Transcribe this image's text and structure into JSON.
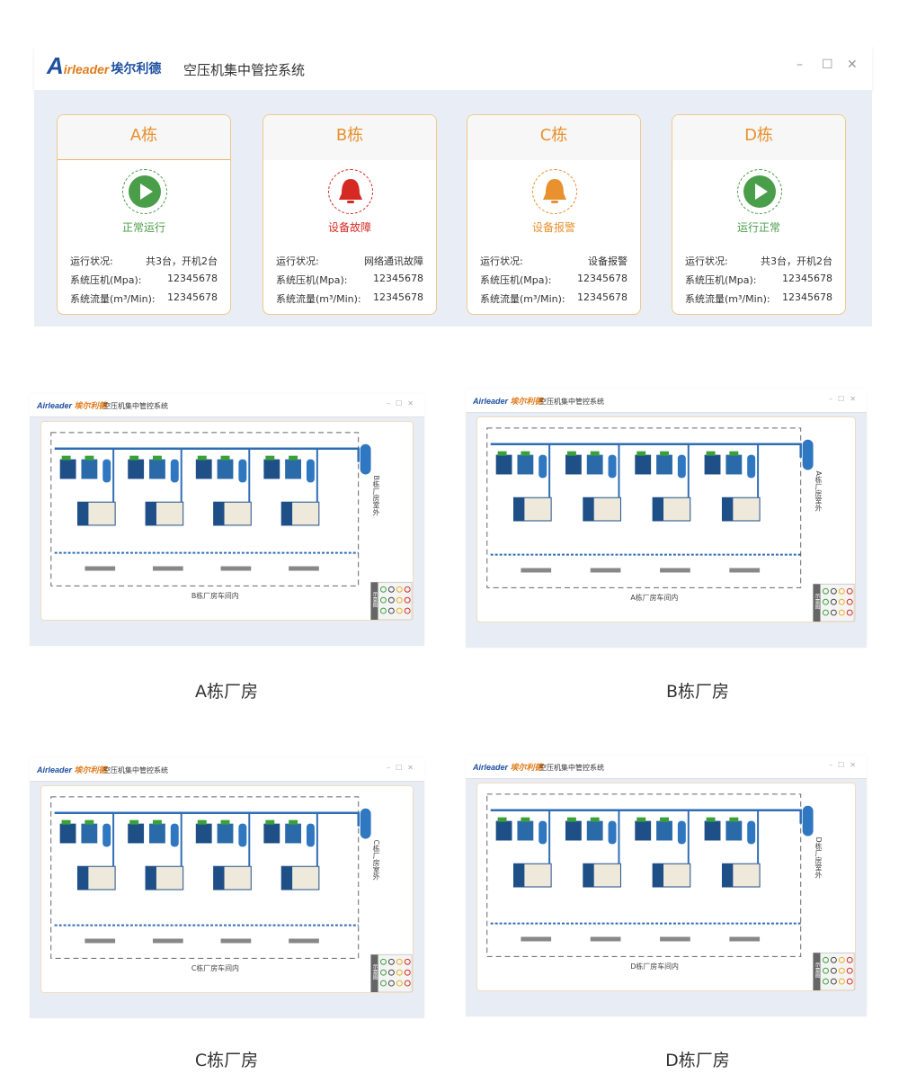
{
  "header": {
    "logo_letter": "A",
    "logo_word": "irleader",
    "logo_cn": "埃尔利德",
    "title": "空压机集中管控系统",
    "minimize": "–",
    "maximize": "☐",
    "close": "✕"
  },
  "labels": {
    "status": "运行状况:",
    "pressure": "系统压机(Mpa):",
    "flow": "系统流量(m³/Min):"
  },
  "cards": [
    {
      "name": "A栋",
      "status": "正常运行",
      "state": "run",
      "run_status": "共3台，开机2台",
      "pressure": "12345678",
      "flow": "12345678",
      "color": "#4a9e4a"
    },
    {
      "name": "B栋",
      "status": "设备故障",
      "state": "fault",
      "run_status": "网络通讯故障",
      "pressure": "12345678",
      "flow": "12345678",
      "color": "#d42a22"
    },
    {
      "name": "C栋",
      "status": "设备报警",
      "state": "alarm",
      "run_status": "设备报警",
      "pressure": "12345678",
      "flow": "12345678",
      "color": "#e8912e"
    },
    {
      "name": "D栋",
      "status": "运行正常",
      "state": "run",
      "run_status": "共3台，开机2台",
      "pressure": "12345678",
      "flow": "12345678",
      "color": "#4a9e4a"
    }
  ],
  "thumbs": [
    {
      "caption": "A栋厂房",
      "title": "空压机集中管控系统",
      "logo": "Airleader",
      "logo_cn": "埃尔利德",
      "interior": "B栋厂房车间内",
      "exterior": "B栋厂房室外",
      "legend": "示意图"
    },
    {
      "caption": "B栋厂房",
      "title": "空压机集中管控系统",
      "logo": "Airleader",
      "logo_cn": "埃尔利德",
      "interior": "A栋厂房车间内",
      "exterior": "A栋厂房室外",
      "legend": "示意图"
    },
    {
      "caption": "C栋厂房",
      "title": "空压机集中管控系统",
      "logo": "Airleader",
      "logo_cn": "埃尔利德",
      "interior": "C栋厂房车间内",
      "exterior": "C栋厂房室外",
      "legend": "示意图"
    },
    {
      "caption": "D栋厂房",
      "title": "空压机集中管控系统",
      "logo": "Airleader",
      "logo_cn": "埃尔利德",
      "interior": "D栋厂房车间内",
      "exterior": "D栋厂房室外",
      "legend": "示意图"
    }
  ],
  "colors": {
    "pipe": "#2f6db5",
    "panel": "#e9eef6",
    "accent": "#e8912e"
  }
}
